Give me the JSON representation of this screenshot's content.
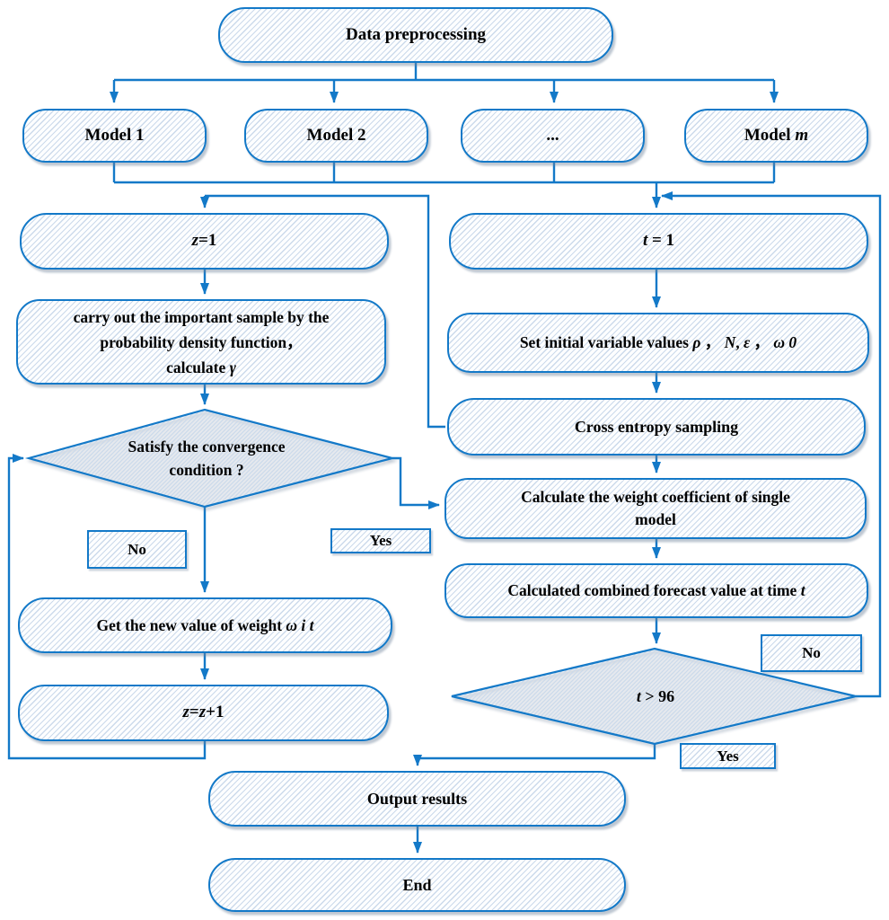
{
  "colors": {
    "line": "#1379c8",
    "stripe": "#ccdaeb",
    "text": "#000000",
    "background": "#ffffff"
  },
  "nodes": {
    "data_preprocessing": {
      "segments": [
        {
          "t": "Data preprocessing"
        }
      ]
    },
    "model1": {
      "segments": [
        {
          "t": "Model 1"
        }
      ]
    },
    "model2": {
      "segments": [
        {
          "t": "Model 2"
        }
      ]
    },
    "model_ellipsis": {
      "segments": [
        {
          "t": "..."
        }
      ]
    },
    "model_m": {
      "segments": [
        {
          "t": "Model "
        },
        {
          "t": "m",
          "i": true
        }
      ]
    },
    "z_init": {
      "segments": [
        {
          "t": "z",
          "i": true
        },
        {
          "t": "=1"
        }
      ]
    },
    "importance_sampling": {
      "lines": [
        [
          {
            "t": "carry out the important sample by the"
          }
        ],
        [
          {
            "t": "probability density function，"
          }
        ],
        [
          {
            "t": "calculate "
          },
          {
            "t": "γ",
            "i": true
          }
        ]
      ]
    },
    "convergence_decision": {
      "lines": [
        [
          {
            "t": "Satisfy the convergence"
          }
        ],
        [
          {
            "t": "condition ?"
          }
        ]
      ]
    },
    "no_left": {
      "segments": [
        {
          "t": "No"
        }
      ]
    },
    "yes_left": {
      "segments": [
        {
          "t": "Yes"
        }
      ]
    },
    "update_weight": {
      "segments": [
        {
          "t": "Get the new value of weight "
        },
        {
          "t": "ω i t",
          "i": true
        }
      ]
    },
    "z_increment": {
      "segments": [
        {
          "t": "z",
          "i": true
        },
        {
          "t": "="
        },
        {
          "t": "z",
          "i": true
        },
        {
          "t": "+1"
        }
      ]
    },
    "t_init": {
      "segments": [
        {
          "t": "t",
          "i": true
        },
        {
          "t": " = 1"
        }
      ]
    },
    "set_initial": {
      "segments": [
        {
          "t": "Set initial variable values "
        },
        {
          "t": "ρ",
          "i": true
        },
        {
          "t": " ， "
        },
        {
          "t": "N",
          "i": true
        },
        {
          "t": ", "
        },
        {
          "t": "ε",
          "i": true
        },
        {
          "t": " ， "
        },
        {
          "t": "ω 0",
          "i": true
        }
      ]
    },
    "cross_entropy": {
      "segments": [
        {
          "t": "Cross entropy sampling"
        }
      ]
    },
    "single_model_weight": {
      "lines": [
        [
          {
            "t": "Calculate the weight coefficient of single"
          }
        ],
        [
          {
            "t": "model"
          }
        ]
      ]
    },
    "combined_forecast": {
      "segments": [
        {
          "t": "Calculated combined forecast value at time "
        },
        {
          "t": "t",
          "i": true
        }
      ]
    },
    "t96_decision": {
      "segments": [
        {
          "t": "t",
          "i": true
        },
        {
          "t": " > 96"
        }
      ]
    },
    "no_right": {
      "segments": [
        {
          "t": "No"
        }
      ]
    },
    "yes_right": {
      "segments": [
        {
          "t": "Yes"
        }
      ]
    },
    "output_results": {
      "segments": [
        {
          "t": "Output results"
        }
      ]
    },
    "end": {
      "segments": [
        {
          "t": "End"
        }
      ]
    }
  }
}
